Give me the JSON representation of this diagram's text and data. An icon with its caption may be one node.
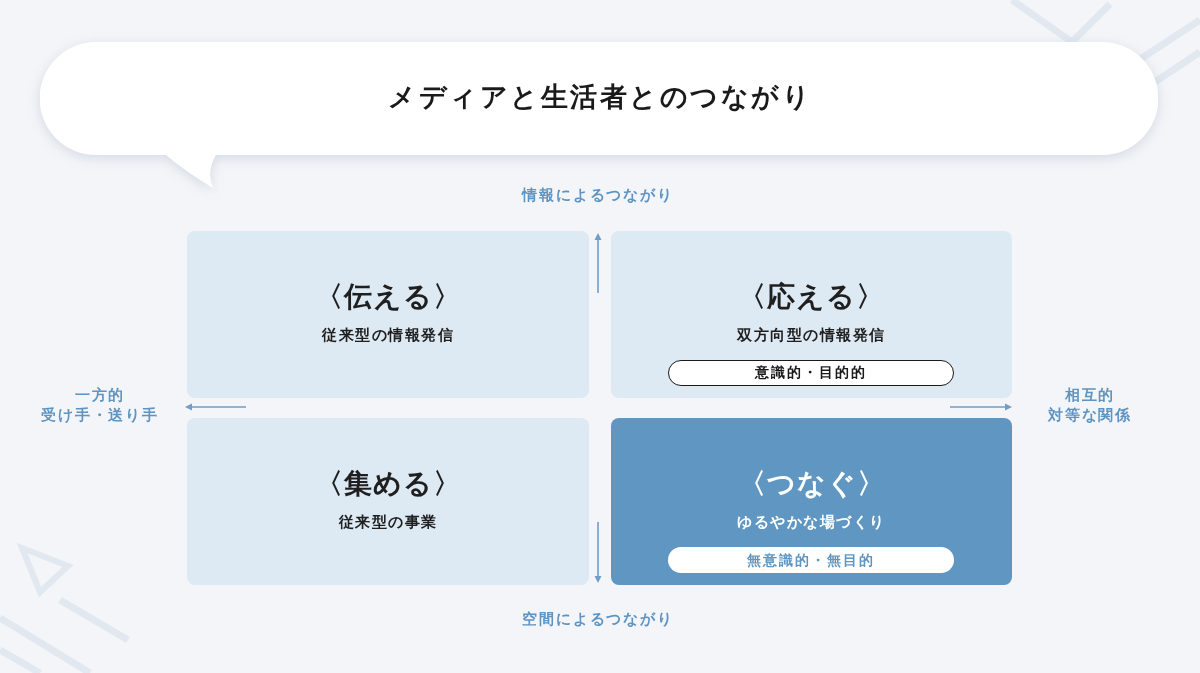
{
  "diagram": {
    "title": "メディアと生活者とのつながり",
    "nodes": [
      {
        "text": [
          "〈伝える〉",
          "従来型の情報発信"
        ]
      },
      {
        "text": [
          "〈応える〉",
          "双方向型の情報発信"
        ]
      },
      {
        "text": [
          "意識的・目的的"
        ],
        "in": 1
      },
      {
        "text": [
          "〈集める〉",
          "従来型の事業"
        ]
      },
      {
        "text": [
          "〈つなぐ〉",
          "ゆるやかな場づくり"
        ]
      },
      {
        "text": [
          "無意識的・無目的"
        ],
        "in": 4
      }
    ],
    "labels": [
      "情報によるつながり",
      "一方的",
      "受け手・送り手",
      "相互的",
      "対等な関係",
      "空間によるつながり"
    ]
  }
}
